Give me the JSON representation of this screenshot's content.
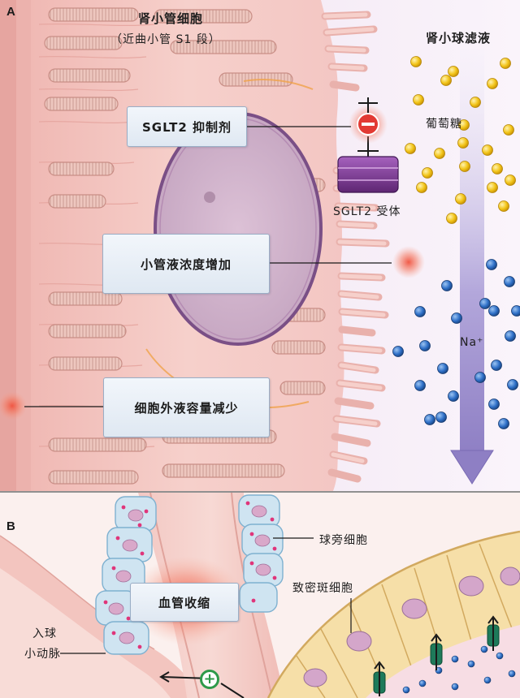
{
  "panel_a": {
    "letter": "A",
    "cell_title": "肾小管细胞",
    "cell_subtitle": "（近曲小管 S1 段）",
    "filtrate_title": "肾小球滤液",
    "glucose_label": "葡萄糖",
    "receptor_label": "SGLT2 受体",
    "sodium_label": "Na⁺",
    "callouts": {
      "inhibitor": "SGLT2 抑制剂",
      "concentration": "小管液浓度增加",
      "ecv": "细胞外液容量减少"
    },
    "colors": {
      "cell": "#f4c9c4",
      "nucleus": "#cfb0c8",
      "glucose": "#f1c21b",
      "sodium": "#2f6cc0",
      "receptor": "#7b3a93",
      "inhibitor": "#e23a33",
      "arrow": "#8e7fc4"
    }
  },
  "panel_b": {
    "letter": "B",
    "juxtaglomerular_label": "球旁细胞",
    "macula_densa_label": "致密斑细胞",
    "afferent_line1": "入球",
    "afferent_line2": "小动脉",
    "callout": "血管收缩",
    "plus_symbol": "+"
  }
}
